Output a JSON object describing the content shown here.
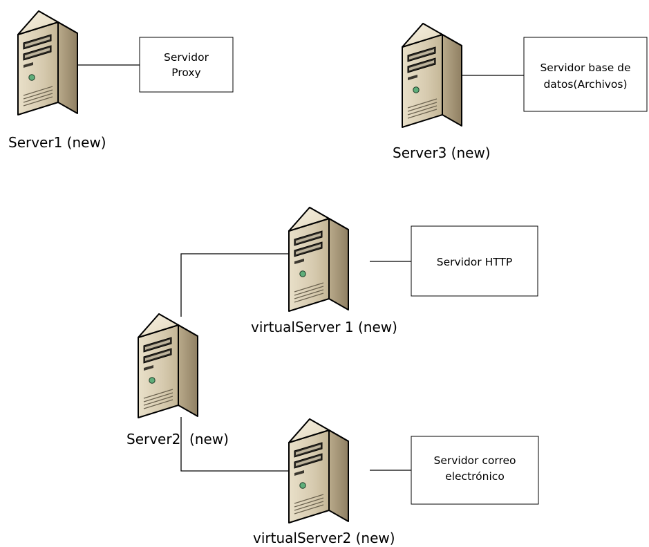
{
  "servers": {
    "server1": {
      "label": "Server1 (new)",
      "icon": "server-tower-icon"
    },
    "server3": {
      "label": "Server3 (new)",
      "icon": "server-tower-icon"
    },
    "virtual1": {
      "label": "virtualServer 1 (new)",
      "icon": "server-tower-icon"
    },
    "server2": {
      "label": "Server2  (new)",
      "icon": "server-tower-icon"
    },
    "virtual2": {
      "label": "virtualServer2 (new)",
      "icon": "server-tower-icon"
    }
  },
  "boxes": {
    "proxy": {
      "line1": "Servidor",
      "line2": "Proxy"
    },
    "database": {
      "line1": "Servidor base de",
      "line2": "datos(Archivos)"
    },
    "http": {
      "line1": "Servidor HTTP"
    },
    "mail": {
      "line1": "Servidor correo",
      "line2": "electrónico"
    }
  },
  "colors": {
    "server_front": "#d9ceb3",
    "server_top": "#f0e8d3",
    "server_side": "#a8987a",
    "server_led": "#5fae7a",
    "line": "#000000"
  }
}
